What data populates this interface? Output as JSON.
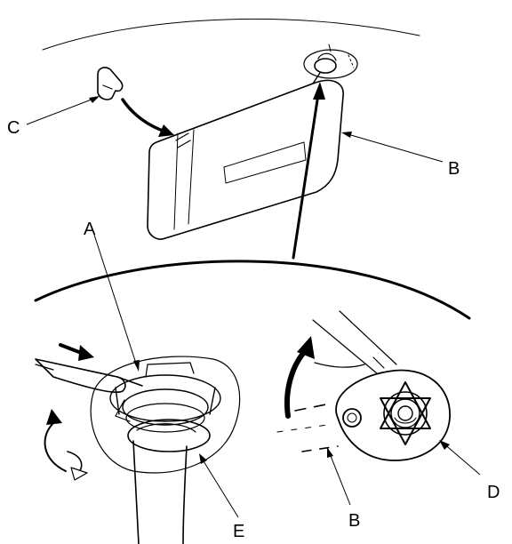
{
  "figure": {
    "callouts": {
      "a": "A",
      "b_upper": "B",
      "b_lower": "B",
      "c": "C",
      "d": "D",
      "e": "E"
    },
    "colors": {
      "ink": "#000000",
      "paper": "#ffffff"
    }
  }
}
